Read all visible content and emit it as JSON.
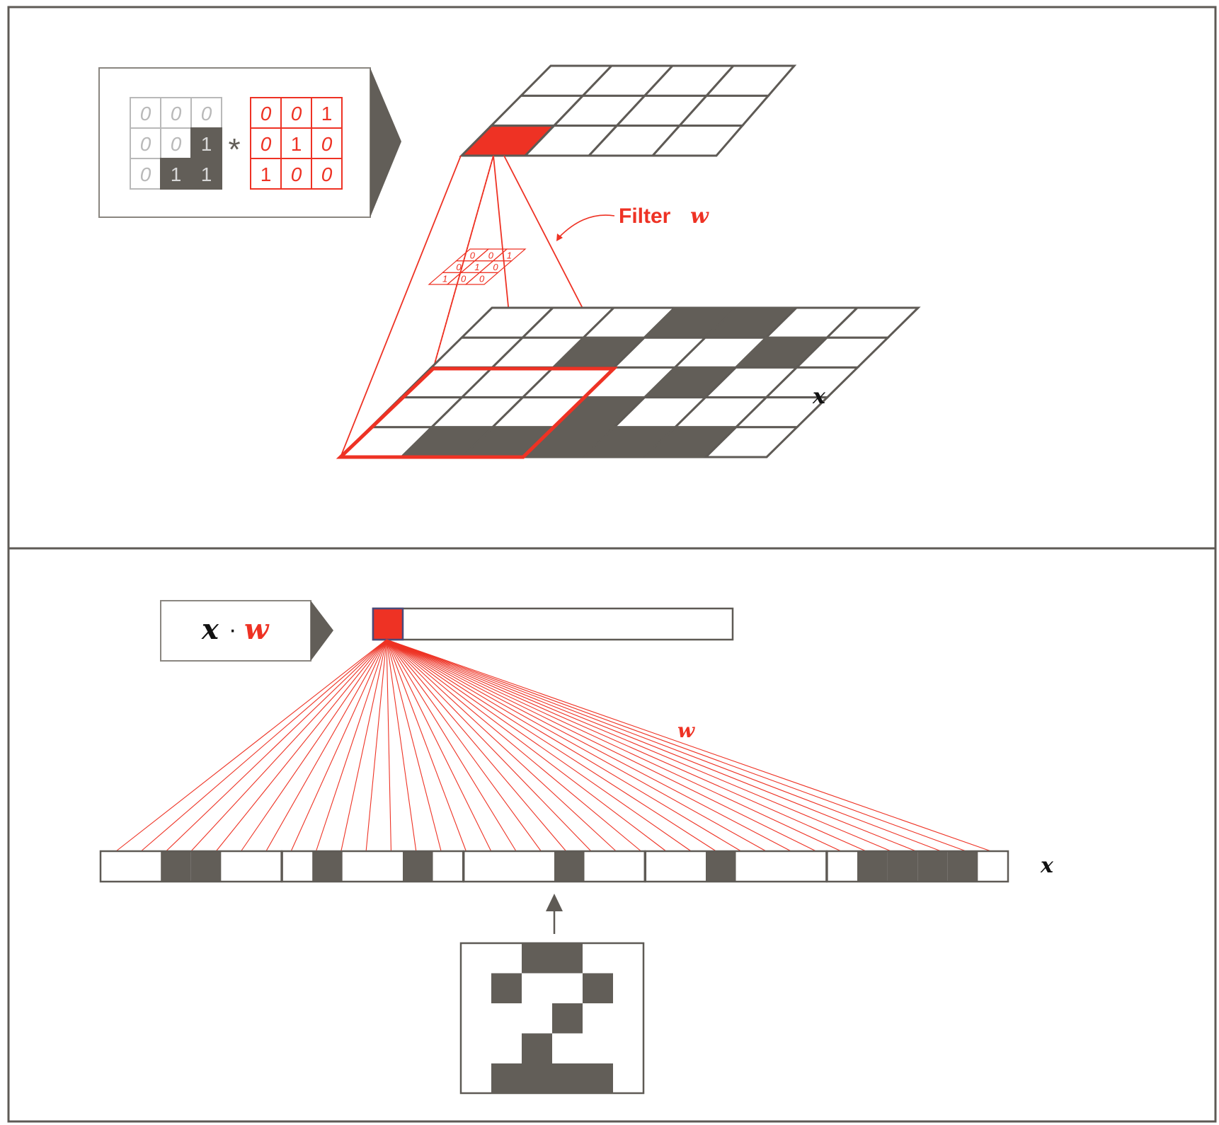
{
  "colors": {
    "frame": "#5e5a55",
    "dark": "#625e58",
    "red": "#ee3224",
    "light_gray": "#b9b9b9",
    "white": "#ffffff"
  },
  "top_panel": {
    "input_patch": [
      [
        "0",
        "0",
        "0"
      ],
      [
        "0",
        "0",
        "1"
      ],
      [
        "0",
        "1",
        "1"
      ]
    ],
    "operator": "*",
    "filter_values": [
      [
        "0",
        "0",
        "1"
      ],
      [
        "0",
        "1",
        "0"
      ],
      [
        "1",
        "0",
        "0"
      ]
    ],
    "filter_label": "Filter",
    "filter_symbol": "w",
    "input_label": "x",
    "input_grid": [
      [
        0,
        0,
        0,
        1,
        1,
        0,
        0
      ],
      [
        0,
        0,
        1,
        0,
        0,
        1,
        0
      ],
      [
        0,
        0,
        0,
        0,
        1,
        0,
        0
      ],
      [
        0,
        0,
        0,
        1,
        0,
        0,
        0
      ],
      [
        0,
        1,
        1,
        1,
        1,
        1,
        0
      ]
    ]
  },
  "bottom_panel": {
    "formula_x": "x",
    "formula_dot": "·",
    "formula_w": "w",
    "weights_label": "w",
    "input_label": "x",
    "digit_grid": [
      [
        0,
        0,
        1,
        1,
        0,
        0
      ],
      [
        0,
        1,
        0,
        0,
        1,
        0
      ],
      [
        0,
        0,
        0,
        1,
        0,
        0
      ],
      [
        0,
        0,
        1,
        0,
        0,
        0
      ],
      [
        0,
        1,
        1,
        1,
        1,
        0
      ]
    ]
  }
}
